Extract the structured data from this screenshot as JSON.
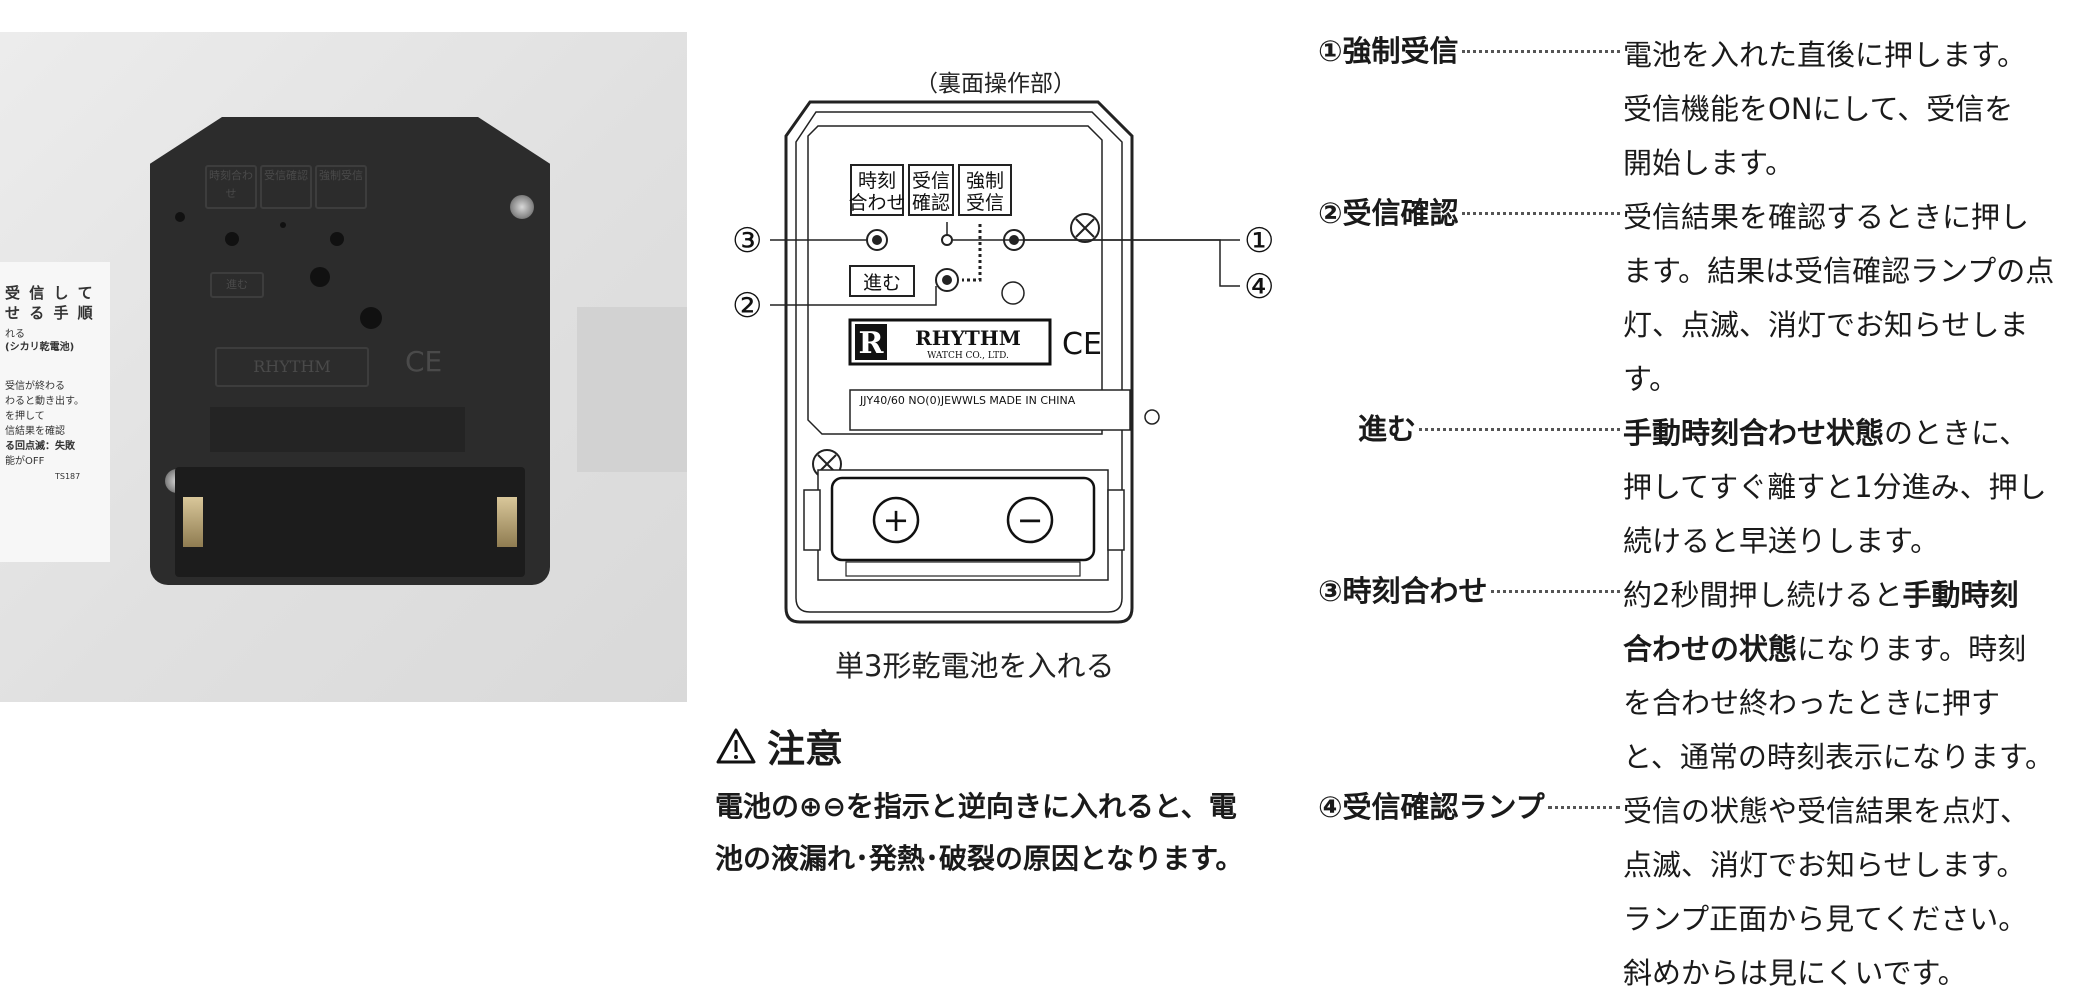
{
  "photo": {
    "label_lines": [
      "受 信 し て",
      "せ る 手 順",
      "れる",
      "(シカリ乾電池)",
      "受信が終わる",
      "わると動き出す。",
      "を押して",
      "信結果を確認",
      "る回点滅：失敗",
      "能がOFF",
      "TS187"
    ],
    "movement_emboss": [
      "時刻合わせ",
      "受信確認",
      "強制受信",
      "進む",
      "RHYTHM",
      "CE"
    ]
  },
  "diagram": {
    "caption_top": "（裏面操作部）",
    "caption_bottom": "単3形乾電池を入れる",
    "btn_time_l1": "時刻",
    "btn_time_l2": "合わせ",
    "btn_check_l1": "受信",
    "btn_check_l2": "確認",
    "btn_force_l1": "強制",
    "btn_force_l2": "受信",
    "btn_advance": "進む",
    "logo_mark": "R",
    "logo_name": "RHYTHM",
    "logo_sub": "WATCH CO., LTD.",
    "ce_mark": "CE",
    "info_label": "JJY40/60 NO(0)JEWWLS MADE IN CHINA",
    "callout_1": "①",
    "callout_2": "②",
    "callout_3": "③",
    "callout_4": "④",
    "battery_plus": "+",
    "battery_minus": "−"
  },
  "caution": {
    "title": "注意",
    "line1": "電池の⊕⊖を指示と逆向きに入れると、電",
    "line2": "池の液漏れ･発熱･破裂の原因となります。"
  },
  "explanations": [
    {
      "term": "①強制受信",
      "lines": [
        [
          "電池を入れた直後に押します。"
        ],
        [
          "受信機能をONにして、受信を"
        ],
        [
          "開始します。"
        ]
      ]
    },
    {
      "term": "②受信確認",
      "lines": [
        [
          "受信結果を確認するときに押し"
        ],
        [
          "ます。結果は受信確認ランプの点"
        ],
        [
          "灯、点滅、消灯でお知らせします。"
        ]
      ]
    },
    {
      "term": "進む",
      "lines": [
        [
          {
            "b": "手動時刻合わせ状態"
          },
          "のときに、"
        ],
        [
          "押してすぐ離すと1分進み、押し"
        ],
        [
          "続けると早送りします。"
        ]
      ]
    },
    {
      "term": "③時刻合わせ",
      "lines": [
        [
          "約2秒間押し続けると",
          {
            "b": "手動時刻"
          }
        ],
        [
          {
            "b": "合わせの状態"
          },
          "になります。時刻"
        ],
        [
          "を合わせ終わったときに押す"
        ],
        [
          "と、通常の時刻表示になります。"
        ]
      ]
    },
    {
      "term": "④受信確認ランプ",
      "lines": [
        [
          "受信の状態や受信結果を点灯、"
        ],
        [
          "点滅、消灯でお知らせします。"
        ],
        [
          "ランプ正面から見てください。"
        ],
        [
          "斜めからは見にくいです。"
        ]
      ]
    }
  ],
  "colors": {
    "text": "#1a1a1a",
    "photo_bg": "#e3e3e3",
    "movement": "#2c2c2c"
  }
}
